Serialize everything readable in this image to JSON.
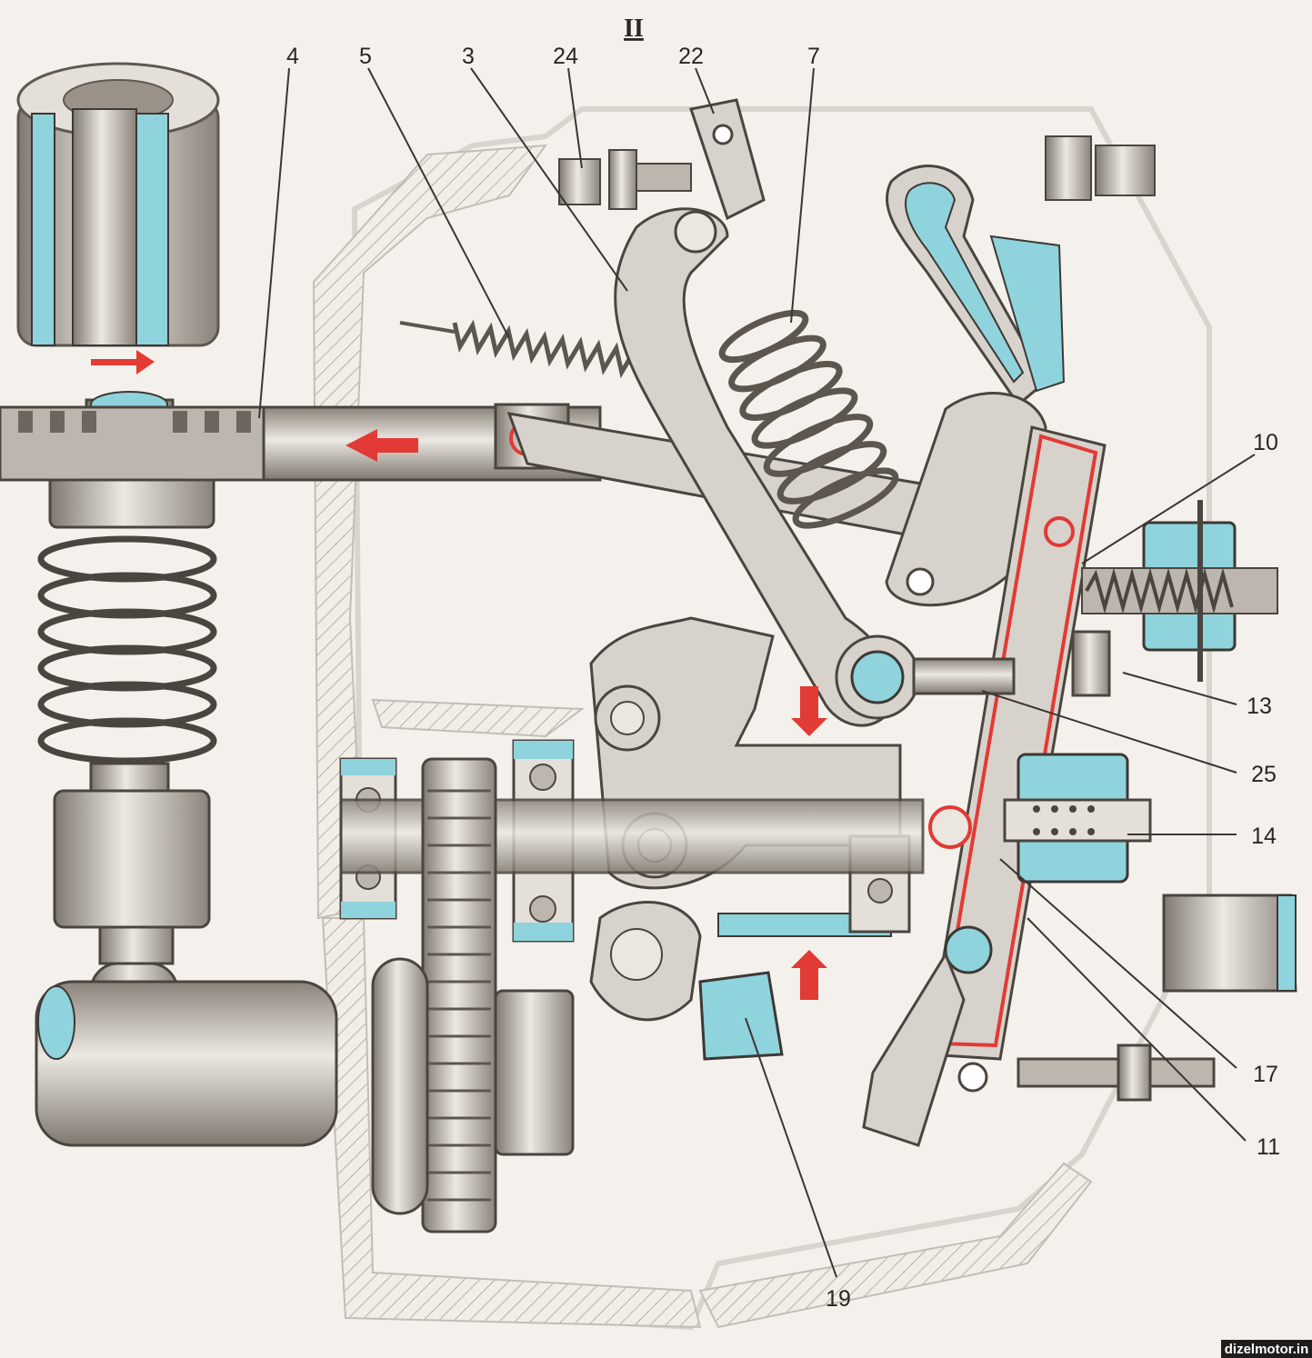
{
  "figure": {
    "section_mark": "II",
    "watermark": "dizelmotor.in"
  },
  "labels": [
    "4",
    "5",
    "3",
    "24",
    "22",
    "7",
    "10",
    "13",
    "25",
    "14",
    "17",
    "11",
    "19"
  ],
  "colors": {
    "background": "#f4f1ec",
    "steel": "#cfc9c2",
    "steel_dark": "#8e867d",
    "housing_outline": "#d9d4cd",
    "blue_part": "#8fd3dd",
    "red_accent": "#e23a35",
    "leader_line": "#3b3632"
  }
}
